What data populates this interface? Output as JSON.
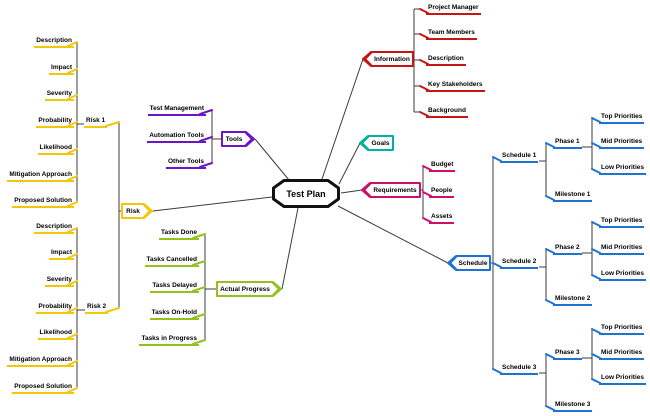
{
  "title": "Test Plan mind map",
  "center": {
    "label": "Test Plan"
  },
  "colors": {
    "risk": "#F0C808",
    "tools": "#6A15C8",
    "actual_progress": "#94C11E",
    "information": "#C81414",
    "goals": "#00B0A0",
    "requirements": "#CE0F69",
    "schedule": "#1E73D2",
    "connector": "#3c3c3c",
    "center_border": "#111111"
  },
  "branches": {
    "risk": {
      "label": "Risk",
      "risk1": {
        "label": "Risk 1",
        "items": [
          "Description",
          "Impact",
          "Severity",
          "Probability",
          "Likelihood",
          "Mitigation Approach",
          "Proposed Solution"
        ]
      },
      "risk2": {
        "label": "Risk 2",
        "items": [
          "Description",
          "Impact",
          "Severity",
          "Probability",
          "Likelihood",
          "Mitigation Approach",
          "Proposed Solution"
        ]
      }
    },
    "tools": {
      "label": "Tools",
      "items": [
        "Test Management",
        "Automation Tools",
        "Other Tools"
      ]
    },
    "actual_progress": {
      "label": "Actual Progress",
      "items": [
        "Tasks Done",
        "Tasks Cancelled",
        "Tasks Delayed",
        "Tasks On-Hold",
        "Tasks in Progress"
      ]
    },
    "information": {
      "label": "Information",
      "items": [
        "Project Manager",
        "Team Members",
        "Description",
        "Key Stakeholders",
        "Background"
      ]
    },
    "goals": {
      "label": "Goals"
    },
    "requirements": {
      "label": "Requirements",
      "items": [
        "Budget",
        "People",
        "Assets"
      ]
    },
    "schedule": {
      "label": "Schedule",
      "schedules": [
        {
          "label": "Schedule 1",
          "phase": {
            "label": "Phase 1",
            "priorities": [
              "Top Priorities",
              "Mid Priorities",
              "Low Priorities"
            ]
          },
          "milestone": "Milestone 1"
        },
        {
          "label": "Schedule 2",
          "phase": {
            "label": "Phase 2",
            "priorities": [
              "Top Priorities",
              "Mid Priorities",
              "Low Priorities"
            ]
          },
          "milestone": "Milestone 2"
        },
        {
          "label": "Schedule 3",
          "phase": {
            "label": "Phase 3",
            "priorities": [
              "Top Priorities",
              "Mid Priorities",
              "Low Priorities"
            ]
          },
          "milestone": "Milestone 3"
        }
      ]
    }
  }
}
